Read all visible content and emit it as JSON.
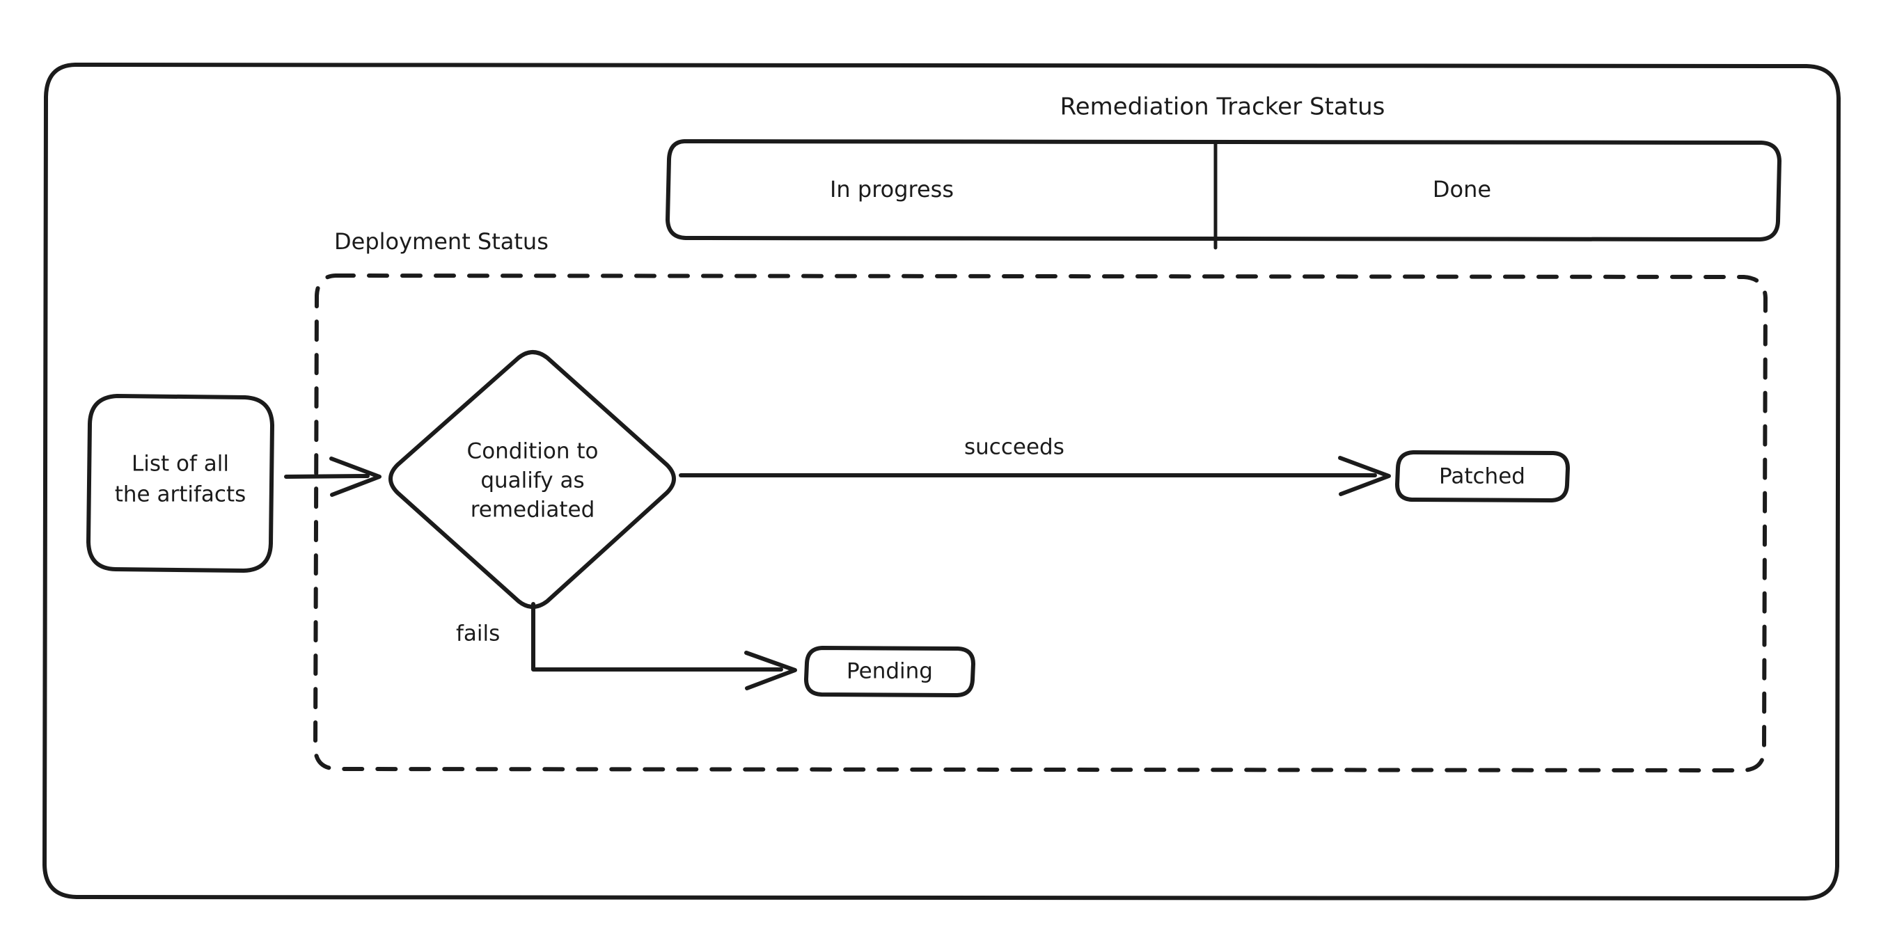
{
  "diagram": {
    "title": "Remediation Tracker Status",
    "background_color": "#ffffff",
    "stroke_color": "#1b1b1b",
    "swimlane": {
      "label": "Remediation Tracker Status",
      "lanes": [
        {
          "label": "In progress"
        },
        {
          "label": "Done"
        }
      ]
    },
    "group": {
      "label": "Deployment Status",
      "style": "dashed"
    },
    "nodes": [
      {
        "id": "artifacts",
        "label": "List of all\nthe artifacts",
        "shape": "rounded-rect"
      },
      {
        "id": "condition",
        "label": "Condition to\nqualify as\nremediated",
        "shape": "diamond"
      },
      {
        "id": "patched",
        "label": "Patched",
        "shape": "rounded-rect"
      },
      {
        "id": "pending",
        "label": "Pending",
        "shape": "rounded-rect"
      }
    ],
    "edges": [
      {
        "from": "artifacts",
        "to": "condition",
        "label": ""
      },
      {
        "from": "condition",
        "to": "patched",
        "label": "succeeds"
      },
      {
        "from": "condition",
        "to": "pending",
        "label": "fails"
      }
    ]
  }
}
